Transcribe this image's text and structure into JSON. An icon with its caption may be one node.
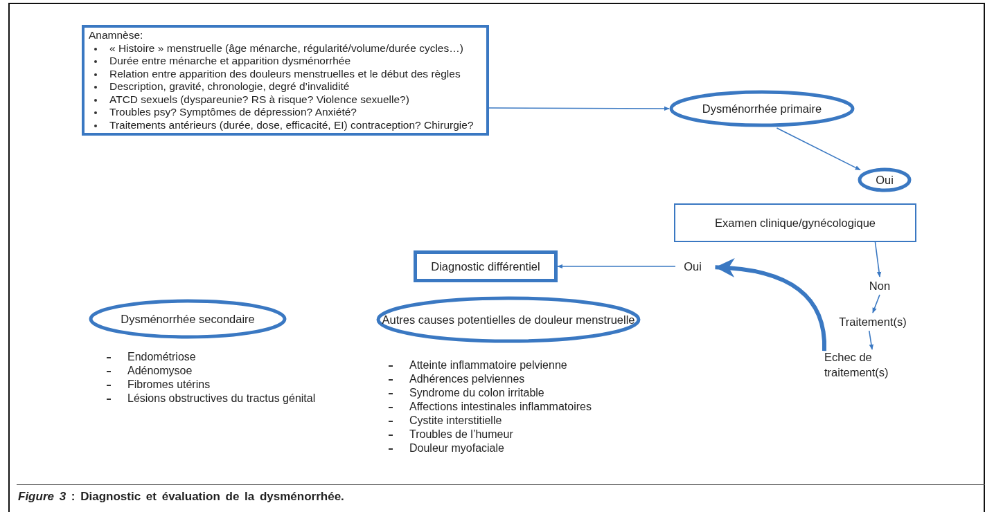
{
  "diagram": {
    "caption": "*Figure 3* : Diagnostic et évaluation de la dysménorrhée.",
    "nodes": [
      {
        "text": [
          "Anamnèse:",
          "« Histoire » menstruelle (âge ménarche, régularité/volume/durée cycles…)",
          "Durée entre ménarche et apparition dysménorrhée",
          "Relation entre apparition des douleurs menstruelles et le début des règles",
          "Description, gravité, chronologie, degré d’invalidité",
          "ATCD sexuels (dyspareunie? RS à risque? Violence sexuelle?)",
          "Troubles psy? Symptômes de dépression? Anxiété?",
          "Traitements antérieurs (durée, dose, efficacité, EI) contraception? Chirurgie?"
        ]
      },
      {
        "text": [
          "Dysménorrhée primaire"
        ]
      },
      {
        "text": [
          "Oui"
        ]
      },
      {
        "text": [
          "Examen clinique/gynécologique"
        ]
      },
      {
        "text": [
          "Non"
        ]
      },
      {
        "text": [
          "Traitement(s)"
        ]
      },
      {
        "text": [
          "Echec de traitement(s)"
        ]
      },
      {
        "text": [
          "Oui"
        ]
      },
      {
        "text": [
          "Diagnostic différentiel"
        ]
      },
      {
        "text": [
          "Dysménorrhée secondaire"
        ],
        "beside": [
          "Endométriose",
          "Adénomysoe",
          "Fibromes utérins",
          "Lésions obstructives du tractus génital"
        ]
      },
      {
        "text": [
          "Autres causes potentielles de douleur menstruelle"
        ],
        "beside": [
          "Atteinte inflammatoire pelvienne",
          "Adhérences pelviennes",
          "Syndrome du colon irritable",
          "Affections intestinales inflammatoires",
          "Cystite interstitielle",
          "Troubles de l’humeur",
          "Douleur myofaciale"
        ]
      }
    ],
    "edges": [
      {
        "from": 0,
        "to": 1,
        "arrow": "to"
      },
      {
        "from": 1,
        "to": 2,
        "arrow": "to"
      },
      {
        "from": 3,
        "to": 4,
        "arrow": "to"
      },
      {
        "from": 4,
        "to": 5,
        "arrow": "to"
      },
      {
        "from": 5,
        "to": 6,
        "arrow": "to"
      },
      {
        "from": 6,
        "to": 7,
        "arrow": "to",
        "style": "thick"
      },
      {
        "from": 7,
        "to": 8,
        "arrow": "to"
      }
    ]
  }
}
